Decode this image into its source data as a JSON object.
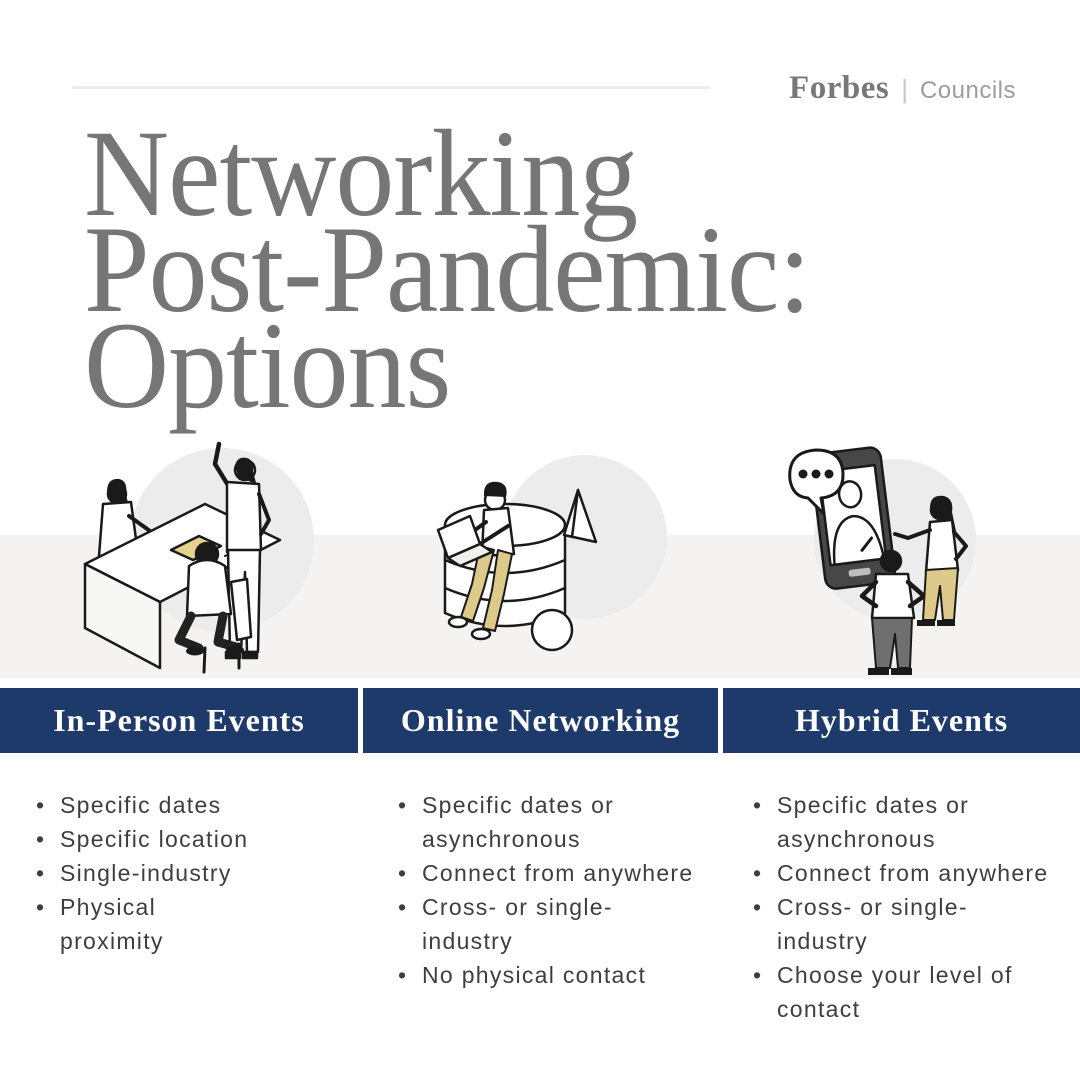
{
  "brand": {
    "forbes": "Forbes",
    "divider": "|",
    "councils": "Councils"
  },
  "title": {
    "text": "Networking\nPost-Pandemic:\nOptions"
  },
  "bullet_char": "•",
  "columns": [
    {
      "header": "In-Person Events",
      "illustration": "in-person-meeting-illustration",
      "items": [
        "Specific dates",
        "Specific location",
        "Single-industry",
        "Physical\nproximity"
      ]
    },
    {
      "header": "Online Networking",
      "illustration": "online-networking-illustration",
      "items": [
        "Specific dates or\nasynchronous",
        "Connect from anywhere",
        "Cross- or single-\nindustry",
        "No physical contact"
      ]
    },
    {
      "header": "Hybrid Events",
      "illustration": "hybrid-events-illustration",
      "items": [
        "Specific dates or\nasynchronous",
        "Connect from anywhere",
        "Cross- or single-\nindustry",
        "Choose your level of\ncontact"
      ]
    }
  ],
  "colors": {
    "header_bar_navy": "#1e3a6b",
    "title_gray": "#767676",
    "body_text": "#3e3e3e",
    "accent_tan": "#ddc98a",
    "band_background": "#f4f3f1",
    "circle_background": "#ececec",
    "logo_gray": "#787878"
  }
}
